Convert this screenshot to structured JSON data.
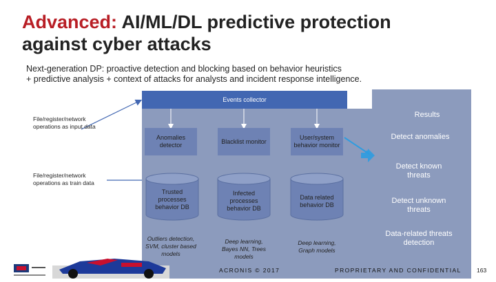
{
  "title": {
    "accent": "Advanced:",
    "rest": " AI/ML/DL predictive protection",
    "line2": "against cyber attacks"
  },
  "subtitle": {
    "line1": "Next-generation DP: proactive detection and blocking based on behavior heuristics",
    "line2": "+ predictive analysis + context of attacks for analysts and incident response intelligence."
  },
  "events_collector": "Events collector",
  "results_label": "Results",
  "inputs": {
    "input": "File/register/network operations as input data",
    "train": "File/register/network operations as train data"
  },
  "monitors": [
    {
      "label": "Anomalies detector"
    },
    {
      "label": "Blacklist monitor"
    },
    {
      "label": "User/system behavior monitor"
    }
  ],
  "databases": [
    {
      "label": "Trusted processes behavior DB"
    },
    {
      "label": "Infected processes behavior DB"
    },
    {
      "label": "Data related behavior DB"
    }
  ],
  "models": [
    {
      "label": "Outliers detection, SVM, cluster based models"
    },
    {
      "label": "Deep learning, Bayes NN, Trees models"
    },
    {
      "label": "Deep learning, Graph models"
    }
  ],
  "results": [
    {
      "label": "Detect anomalies"
    },
    {
      "label": "Detect known threats"
    },
    {
      "label": "Detect unknown threats"
    },
    {
      "label": "Data-related threats detection"
    }
  ],
  "footer": {
    "copyright": "ACRONIS © 2017",
    "confidential": "PROPRIETARY AND CONFIDENTIAL",
    "page": "163"
  },
  "colors": {
    "accent": "#b81e25",
    "panel": "#8c9bbd",
    "collector": "#4267b2",
    "box_fill": "#2f5597",
    "cylinder_fill": "#3a5ea8",
    "arrow": "#2e9ce0"
  }
}
